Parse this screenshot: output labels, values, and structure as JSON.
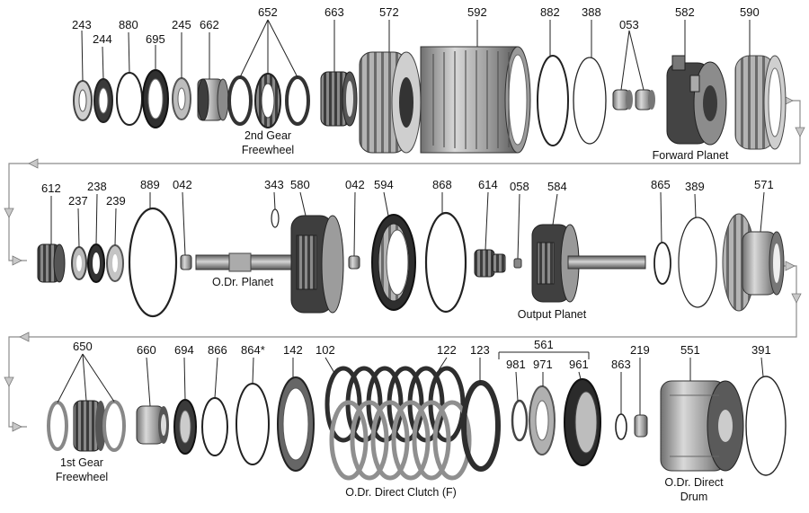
{
  "colors": {
    "metal_light": "#bdbdbd",
    "metal_mid": "#9a9a9a",
    "metal_dark": "#4a4a4a",
    "steel_dark": "#2a2a2a",
    "flow_arrow": "#8c8c8c",
    "leader": "#222222"
  },
  "parts": {
    "p243": "243",
    "p244": "244",
    "p880": "880",
    "p695": "695",
    "p245": "245",
    "p662": "662",
    "p652": "652",
    "p663": "663",
    "p572": "572",
    "p592": "592",
    "p882": "882",
    "p388": "388",
    "p053": "053",
    "p582": "582",
    "p590": "590",
    "p612": "612",
    "p237": "237",
    "p238": "238",
    "p239": "239",
    "p889": "889",
    "p042a": "042",
    "p343": "343",
    "p580": "580",
    "p042b": "042",
    "p594": "594",
    "p868": "868",
    "p614": "614",
    "p058": "058",
    "p584": "584",
    "p865": "865",
    "p389": "389",
    "p571": "571",
    "p650": "650",
    "p660": "660",
    "p694": "694",
    "p866": "866",
    "p864": "864*",
    "p142": "142",
    "p102": "102",
    "p122": "122",
    "p123": "123",
    "p561": "561",
    "p981": "981",
    "p971": "971",
    "p961": "961",
    "p863": "863",
    "p219": "219",
    "p551": "551",
    "p391": "391"
  },
  "captions": {
    "second_gear_1": "2nd Gear",
    "second_gear_2": "Freewheel",
    "forward_planet": "Forward Planet",
    "odr_planet": "O.Dr. Planet",
    "output_planet": "Output Planet",
    "first_gear_1": "1st Gear",
    "first_gear_2": "Freewheel",
    "odr_direct_clutch": "O.Dr. Direct Clutch (F)",
    "odr_direct_drum_1": "O.Dr. Direct",
    "odr_direct_drum_2": "Drum"
  }
}
